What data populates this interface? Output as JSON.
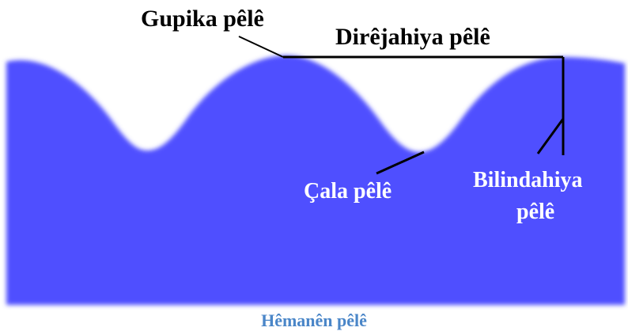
{
  "labels": {
    "crest": "Gupika pêlê",
    "wavelength": "Dirêjahiya pêlê",
    "trough": "Çala pêlê",
    "height_line1": "Bilindahiya",
    "height_line2": "pêlê"
  },
  "caption": "Hêmanên pêlê",
  "colors": {
    "water": "#5050ff",
    "caption": "#4a86c8",
    "lines": "#000000",
    "background": "#ffffff"
  }
}
